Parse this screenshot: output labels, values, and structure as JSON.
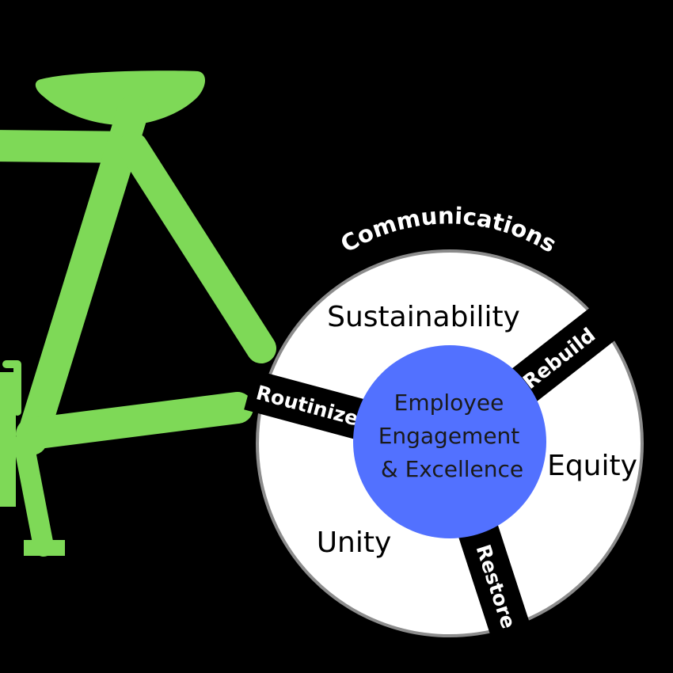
{
  "colors": {
    "background": "#000000",
    "bike": "#7ED957",
    "wheel": "#FFFFFF",
    "wheel_rim": "#8C8C8C",
    "hub": "#5271FF",
    "spoke": "#000000",
    "spoke_text": "#FFFFFF",
    "segment_text": "#000000",
    "hub_text": "#1A1A1A"
  },
  "rim_label": "Communications",
  "hub": {
    "line1": "Employee",
    "line2": "Engagement",
    "line3": "& Excellence"
  },
  "segments": {
    "sustainability": "Sustainability",
    "equity": "Equity",
    "unity": "Unity"
  },
  "spokes": {
    "rebuild": "Rebuild",
    "routinize": "Routinize",
    "restore": "Restore"
  }
}
